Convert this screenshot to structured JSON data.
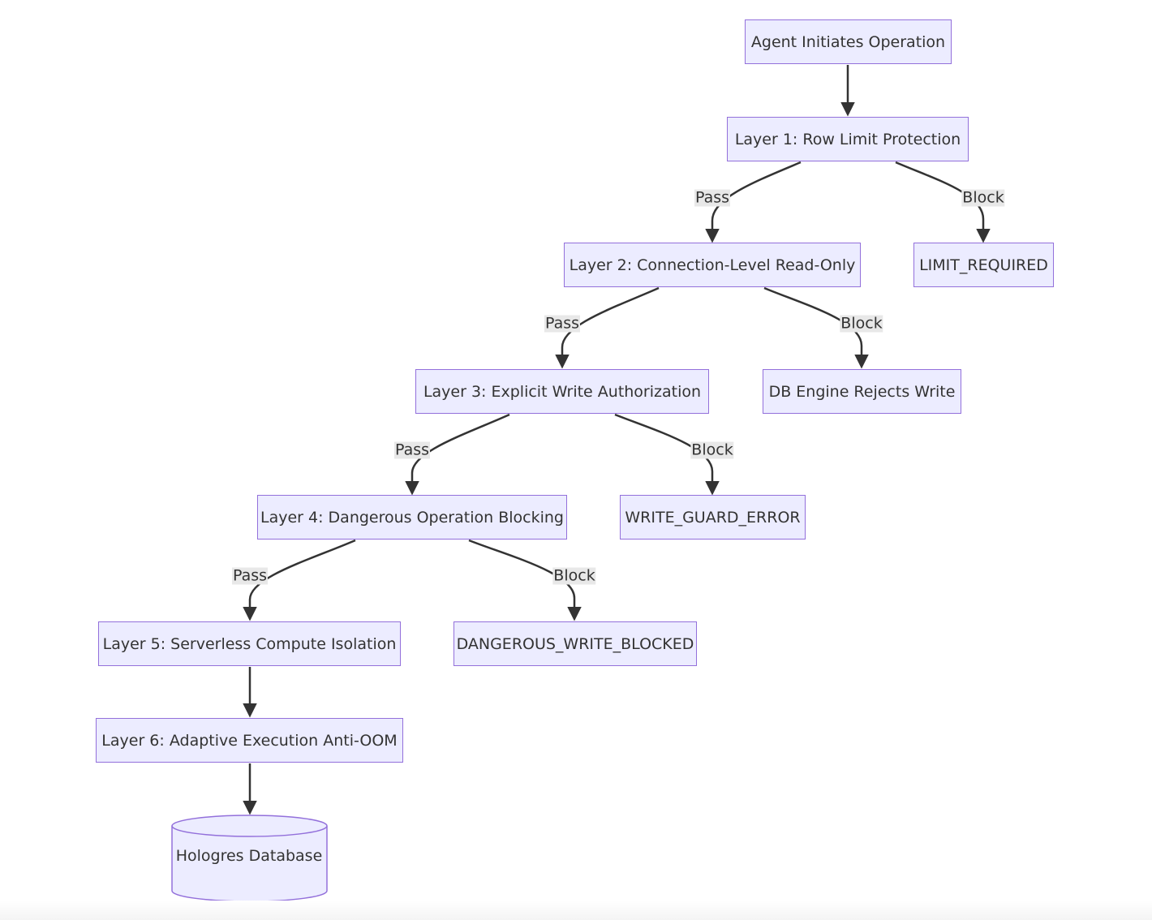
{
  "colors": {
    "node_fill": "#ECECFF",
    "node_stroke": "#9370DB",
    "edge": "#333333",
    "edge_label_bg": "#E8E8E8",
    "text": "#333333"
  },
  "nodes": {
    "start": "Agent Initiates Operation",
    "layer1": "Layer 1: Row Limit Protection",
    "limit_required": "LIMIT_REQUIRED",
    "layer2": "Layer 2: Connection-Level Read-Only",
    "db_rejects": "DB Engine Rejects Write",
    "layer3": "Layer 3: Explicit Write Authorization",
    "write_guard": "WRITE_GUARD_ERROR",
    "layer4": "Layer 4: Dangerous Operation Blocking",
    "dangerous": "DANGEROUS_WRITE_BLOCKED",
    "layer5": "Layer 5: Serverless Compute Isolation",
    "layer6": "Layer 6: Adaptive Execution Anti-OOM",
    "database": "Hologres Database"
  },
  "edges": [
    {
      "from": "start",
      "to": "layer1",
      "label": ""
    },
    {
      "from": "layer1",
      "to": "layer2",
      "label": "Pass"
    },
    {
      "from": "layer1",
      "to": "limit_required",
      "label": "Block"
    },
    {
      "from": "layer2",
      "to": "layer3",
      "label": "Pass"
    },
    {
      "from": "layer2",
      "to": "db_rejects",
      "label": "Block"
    },
    {
      "from": "layer3",
      "to": "layer4",
      "label": "Pass"
    },
    {
      "from": "layer3",
      "to": "write_guard",
      "label": "Block"
    },
    {
      "from": "layer4",
      "to": "layer5",
      "label": "Pass"
    },
    {
      "from": "layer4",
      "to": "dangerous",
      "label": "Block"
    },
    {
      "from": "layer5",
      "to": "layer6",
      "label": ""
    },
    {
      "from": "layer6",
      "to": "database",
      "label": ""
    }
  ],
  "edge_labels": {
    "l1_pass": "Pass",
    "l1_block": "Block",
    "l2_pass": "Pass",
    "l2_block": "Block",
    "l3_pass": "Pass",
    "l3_block": "Block",
    "l4_pass": "Pass",
    "l4_block": "Block"
  }
}
